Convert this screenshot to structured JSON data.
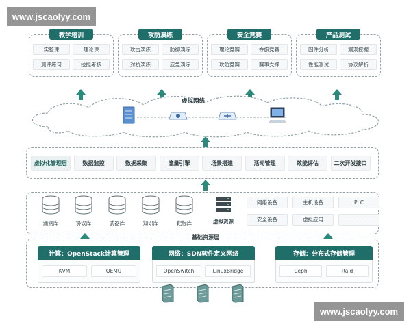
{
  "watermark": {
    "text": "www.jscaolyy.com"
  },
  "top_modules": [
    {
      "title": "教学培训",
      "items": [
        "实验课",
        "理论课",
        "测评练习",
        "技能考核"
      ]
    },
    {
      "title": "攻防演练",
      "items": [
        "攻击演练",
        "防御演练",
        "对抗演练",
        "应急演练"
      ]
    },
    {
      "title": "安全竞赛",
      "items": [
        "理论竞赛",
        "夺旗竞赛",
        "攻防竞赛",
        "赛事支撑"
      ]
    },
    {
      "title": "产品测试",
      "items": [
        "固件分析",
        "漏洞挖掘",
        "性能测试",
        "协议解析"
      ]
    }
  ],
  "cloud": {
    "label": "虚拟网络",
    "icons": [
      "server-icon",
      "switch-icon",
      "router-icon",
      "monitor-icon"
    ]
  },
  "virtual_layer": {
    "items": [
      "虚拟化管理层",
      "数据监控",
      "数据采集",
      "流量引擎",
      "场景搭建",
      "活动管理",
      "效能评估",
      "二次开发接口"
    ]
  },
  "resource_pool": {
    "libraries": [
      "漏洞库",
      "协议库",
      "武器库",
      "知识库",
      "靶标库"
    ],
    "virtual_resource": "虚拟资源",
    "devices": [
      "网络设备",
      "主机设备",
      "PLC",
      "安全设备",
      "虚拟应用",
      "......"
    ]
  },
  "base_layer": {
    "title": "基础资源层",
    "groups": [
      {
        "title": "计算：OpenStack计算管理",
        "items": [
          "KVM",
          "QEMU"
        ]
      },
      {
        "title": "网络：SDN软件定义网络",
        "items": [
          "OpenSwitch",
          "LinuxBridge"
        ]
      },
      {
        "title": "存储：分布式存储管理",
        "items": [
          "Ceph",
          "Raid"
        ]
      }
    ]
  },
  "colors": {
    "accent": "#1f6e6a",
    "arrow": "#2b8a7c",
    "border": "#8fa0a8"
  }
}
